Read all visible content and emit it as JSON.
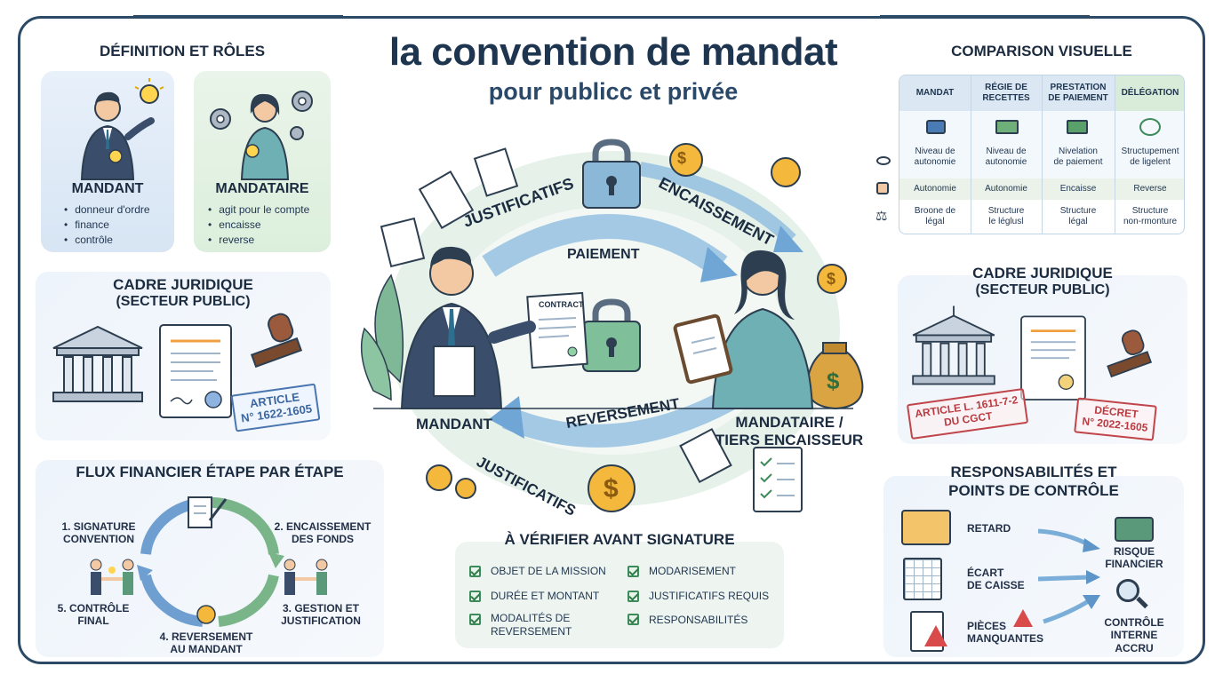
{
  "header": {
    "title": "la convention de mandat",
    "subtitle": "pour publicc et privée"
  },
  "definition": {
    "title": "DÉFINITION ET RÔLES",
    "mandant": {
      "name": "MANDANT",
      "items": [
        "donneur d'ordre",
        "finance",
        "contrôle"
      ]
    },
    "mandataire": {
      "name": "MANDATAIRE",
      "items": [
        "agit pour le compte",
        "encaisse",
        "reverse"
      ]
    }
  },
  "cadre_left": {
    "title_line1": "CADRE JURIDIQUE",
    "title_line2": "(SECTEUR PUBLIC)",
    "stamp_line1": "ARTICLE",
    "stamp_line2": "N° 1622-1605"
  },
  "flux": {
    "title": "FLUX FINANCIER ÉTAPE PAR ÉTAPE",
    "steps": [
      {
        "line1": "1. SIGNATURE",
        "line2": "CONVENTION"
      },
      {
        "line1": "2. ENCAISSEMENT",
        "line2": "DES FONDS"
      },
      {
        "line1": "3. GESTION ET",
        "line2": "JUSTIFICATION"
      },
      {
        "line1": "4. REVERSEMENT",
        "line2": "AU MANDANT"
      },
      {
        "line1": "5. CONTRÔLE",
        "line2": "FINAL"
      }
    ]
  },
  "center": {
    "words": {
      "justificatifs_top": "JUSTIFICATIFS",
      "encaissement": "ENCAISSEMENT",
      "paiement": "PAIEMENT",
      "reversement": "REVERSEMENT",
      "justificatifs_bottom": "JUSTIFICATIFS",
      "contract": "CONTRACT"
    },
    "mandant_label": "MANDANT",
    "mandataire_line1": "MANDATAIRE /",
    "mandataire_line2": "TIERS ENCAISSEUR"
  },
  "checklist": {
    "title": "À VÉRIFIER AVANT SIGNATURE",
    "items": [
      "OBJET DE LA MISSION",
      "MODARISEMENT",
      "DURÉE ET MONTANT",
      "JUSTIFICATIFS REQUIS",
      "MODALITÉS DE",
      "RESPONSABILITÉS"
    ],
    "item5_line2": "REVERSEMENT"
  },
  "comparison": {
    "title": "COMPARISON VISUELLE",
    "headers": [
      {
        "l1": "MANDAT",
        "l2": ""
      },
      {
        "l1": "RÉGIE DE",
        "l2": "RECETTES"
      },
      {
        "l1": "PRESTATION",
        "l2": "DE PAIEMENT"
      },
      {
        "l1": "DÉLÉGATION",
        "l2": ""
      }
    ],
    "row1": [
      {
        "l1": "Niveau de",
        "l2": "autonomie"
      },
      {
        "l1": "Niveau de",
        "l2": "autonomie"
      },
      {
        "l1": "Nivelation",
        "l2": "de paiement"
      },
      {
        "l1": "Structupement",
        "l2": "de ligelent"
      }
    ],
    "row2": [
      "Autonomie",
      "Autonomie",
      "Encaisse",
      "Reverse"
    ],
    "row3": [
      {
        "l1": "Broone de",
        "l2": "légal"
      },
      {
        "l1": "Structure",
        "l2": "le léglusl"
      },
      {
        "l1": "Structure",
        "l2": "légal"
      },
      {
        "l1": "Structure",
        "l2": "non-rmonture"
      }
    ]
  },
  "cadre_right": {
    "title_line1": "CADRE JURIDIQUE",
    "title_line2": "(SECTEUR PUBLIC)",
    "stamp1_line1": "ARTICLE L. 1611-7-2",
    "stamp1_line2": "DU CGCT",
    "stamp2_line1": "DÉCRET",
    "stamp2_line2": "N° 2022-1605"
  },
  "responsabilites": {
    "title_line1": "RESPONSABILITÉS ET",
    "title_line2": "POINTS DE CONTRÔLE",
    "retard": "RETARD",
    "ecart_line1": "ÉCART",
    "ecart_line2": "DE CAISSE",
    "pieces_line1": "PIÈCES",
    "pieces_line2": "MANQUANTES",
    "risque_line1": "RISQUE",
    "risque_line2": "FINANCIER",
    "controle_line1": "CONTRÔLE",
    "controle_line2": "INTERNE",
    "controle_line3": "ACCRU"
  }
}
